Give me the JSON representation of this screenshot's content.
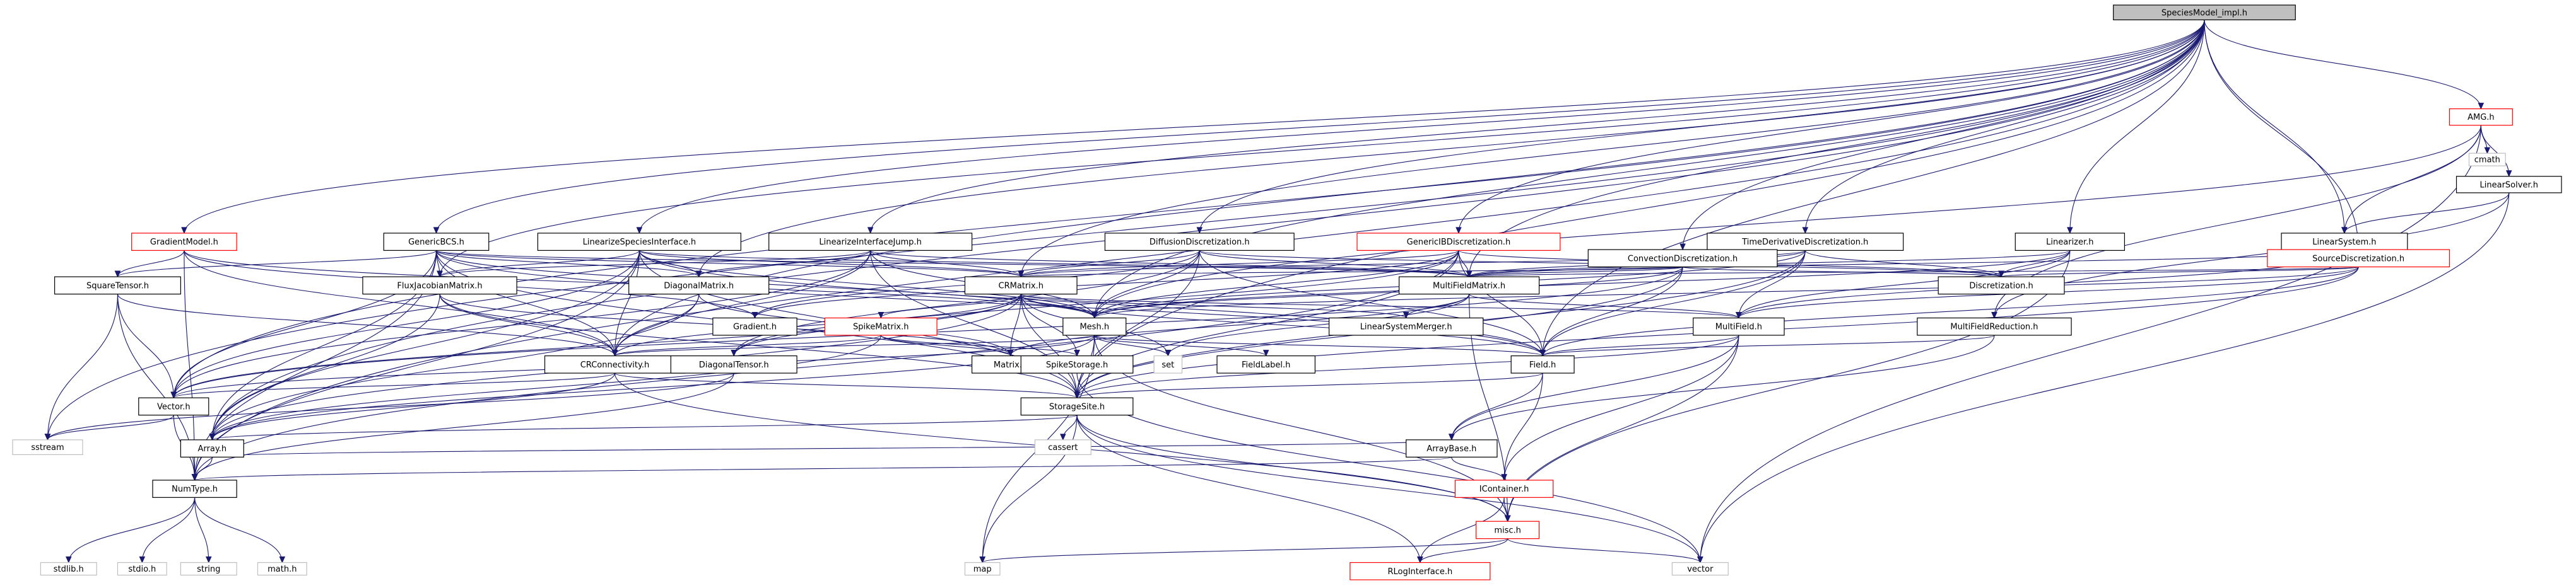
{
  "colors": {
    "edge": "#191970",
    "red_border": "#ff0000",
    "gray_border": "#bfbfbf",
    "root_fill": "#bfbfbf"
  },
  "nodes": [
    {
      "id": "root",
      "label": "SpeciesModel_impl.h",
      "style": "main"
    },
    {
      "id": "AMG",
      "label": "AMG.h",
      "style": "red"
    },
    {
      "id": "cmath",
      "label": "cmath",
      "style": "sys"
    },
    {
      "id": "LinearSolver",
      "label": "LinearSolver.h",
      "style": "plain"
    },
    {
      "id": "LinearSystem",
      "label": "LinearSystem.h",
      "style": "plain"
    },
    {
      "id": "SourceDisc",
      "label": "SourceDiscretization.h",
      "style": "red"
    },
    {
      "id": "Linearizer",
      "label": "Linearizer.h",
      "style": "plain"
    },
    {
      "id": "TimeDeriv",
      "label": "TimeDerivativeDiscretization.h",
      "style": "plain"
    },
    {
      "id": "ConvDisc",
      "label": "ConvectionDiscretization.h",
      "style": "plain"
    },
    {
      "id": "GenericIB",
      "label": "GenericIBDiscretization.h",
      "style": "red"
    },
    {
      "id": "DiffDisc",
      "label": "DiffusionDiscretization.h",
      "style": "plain"
    },
    {
      "id": "LinIfaceJump",
      "label": "LinearizeInterfaceJump.h",
      "style": "plain"
    },
    {
      "id": "LinSpecIface",
      "label": "LinearizeSpeciesInterface.h",
      "style": "plain"
    },
    {
      "id": "GenericBCS",
      "label": "GenericBCS.h",
      "style": "plain"
    },
    {
      "id": "GradientModel",
      "label": "GradientModel.h",
      "style": "red"
    },
    {
      "id": "SquareTensor",
      "label": "SquareTensor.h",
      "style": "plain"
    },
    {
      "id": "FluxJac",
      "label": "FluxJacobianMatrix.h",
      "style": "plain"
    },
    {
      "id": "DiagMatrix",
      "label": "DiagonalMatrix.h",
      "style": "plain"
    },
    {
      "id": "CRMatrix",
      "label": "CRMatrix.h",
      "style": "plain"
    },
    {
      "id": "MultiFieldMatrix",
      "label": "MultiFieldMatrix.h",
      "style": "plain"
    },
    {
      "id": "Discretization",
      "label": "Discretization.h",
      "style": "plain"
    },
    {
      "id": "Gradient",
      "label": "Gradient.h",
      "style": "plain"
    },
    {
      "id": "SpikeMatrix",
      "label": "SpikeMatrix.h",
      "style": "red"
    },
    {
      "id": "Mesh",
      "label": "Mesh.h",
      "style": "plain"
    },
    {
      "id": "LinearSystemMerger",
      "label": "LinearSystemMerger.h",
      "style": "plain"
    },
    {
      "id": "MultiField",
      "label": "MultiField.h",
      "style": "plain"
    },
    {
      "id": "MultiFieldReduction",
      "label": "MultiFieldReduction.h",
      "style": "plain"
    },
    {
      "id": "CRConn",
      "label": "CRConnectivity.h",
      "style": "plain"
    },
    {
      "id": "DiagTensor",
      "label": "DiagonalTensor.h",
      "style": "plain"
    },
    {
      "id": "Matrix",
      "label": "Matrix.h",
      "style": "plain"
    },
    {
      "id": "SpikeStorage",
      "label": "SpikeStorage.h",
      "style": "plain"
    },
    {
      "id": "set",
      "label": "set",
      "style": "sys"
    },
    {
      "id": "FieldLabel",
      "label": "FieldLabel.h",
      "style": "plain"
    },
    {
      "id": "Field",
      "label": "Field.h",
      "style": "plain"
    },
    {
      "id": "Vector",
      "label": "Vector.h",
      "style": "plain"
    },
    {
      "id": "StorageSite",
      "label": "StorageSite.h",
      "style": "plain"
    },
    {
      "id": "sstream",
      "label": "sstream",
      "style": "sys"
    },
    {
      "id": "Array",
      "label": "Array.h",
      "style": "plain"
    },
    {
      "id": "cassert",
      "label": "cassert",
      "style": "sys"
    },
    {
      "id": "ArrayBase",
      "label": "ArrayBase.h",
      "style": "plain"
    },
    {
      "id": "NumType",
      "label": "NumType.h",
      "style": "plain"
    },
    {
      "id": "IContainer",
      "label": "IContainer.h",
      "style": "red"
    },
    {
      "id": "misc",
      "label": "misc.h",
      "style": "red"
    },
    {
      "id": "stdlib",
      "label": "stdlib.h",
      "style": "sys"
    },
    {
      "id": "stdio",
      "label": "stdio.h",
      "style": "sys"
    },
    {
      "id": "string",
      "label": "string",
      "style": "sys"
    },
    {
      "id": "math",
      "label": "math.h",
      "style": "sys"
    },
    {
      "id": "map",
      "label": "map",
      "style": "sys"
    },
    {
      "id": "vector",
      "label": "vector",
      "style": "sys"
    },
    {
      "id": "RLog",
      "label": "RLogInterface.h",
      "style": "red"
    }
  ],
  "edges": [
    [
      "root",
      "AMG"
    ],
    [
      "root",
      "LinearSystem"
    ],
    [
      "root",
      "SourceDisc"
    ],
    [
      "root",
      "Linearizer"
    ],
    [
      "root",
      "TimeDeriv"
    ],
    [
      "root",
      "ConvDisc"
    ],
    [
      "root",
      "GenericIB"
    ],
    [
      "root",
      "DiffDisc"
    ],
    [
      "root",
      "LinIfaceJump"
    ],
    [
      "root",
      "LinSpecIface"
    ],
    [
      "root",
      "GenericBCS"
    ],
    [
      "root",
      "GradientModel"
    ],
    [
      "root",
      "CRMatrix"
    ],
    [
      "root",
      "DiagMatrix"
    ],
    [
      "root",
      "FluxJac"
    ],
    [
      "root",
      "MultiFieldMatrix"
    ],
    [
      "root",
      "Mesh"
    ],
    [
      "root",
      "Field"
    ],
    [
      "root",
      "StorageSite"
    ],
    [
      "root",
      "Vector"
    ],
    [
      "root",
      "Array"
    ],
    [
      "root",
      "NumType"
    ],
    [
      "root",
      "sstream"
    ],
    [
      "root",
      "CRConn"
    ],
    [
      "AMG",
      "cmath"
    ],
    [
      "AMG",
      "LinearSolver"
    ],
    [
      "AMG",
      "LinearSystem"
    ],
    [
      "AMG",
      "MultiFieldReduction"
    ],
    [
      "AMG",
      "vector"
    ],
    [
      "AMG",
      "Mesh"
    ],
    [
      "LinearSolver",
      "LinearSystem"
    ],
    [
      "LinearSolver",
      "MultiFieldReduction"
    ],
    [
      "LinearSolver",
      "vector"
    ],
    [
      "LinearSystem",
      "MultiFieldMatrix"
    ],
    [
      "LinearSystem",
      "MultiField"
    ],
    [
      "SourceDisc",
      "Discretization"
    ],
    [
      "SourceDisc",
      "MultiField"
    ],
    [
      "SourceDisc",
      "MultiFieldMatrix"
    ],
    [
      "SourceDisc",
      "Field"
    ],
    [
      "SourceDisc",
      "StorageSite"
    ],
    [
      "SourceDisc",
      "Mesh"
    ],
    [
      "Linearizer",
      "Discretization"
    ],
    [
      "Linearizer",
      "MultiField"
    ],
    [
      "Linearizer",
      "MultiFieldMatrix"
    ],
    [
      "Linearizer",
      "Mesh"
    ],
    [
      "Linearizer",
      "misc"
    ],
    [
      "TimeDeriv",
      "Discretization"
    ],
    [
      "TimeDeriv",
      "CRMatrix"
    ],
    [
      "TimeDeriv",
      "MultiFieldMatrix"
    ],
    [
      "TimeDeriv",
      "Mesh"
    ],
    [
      "TimeDeriv",
      "Field"
    ],
    [
      "TimeDeriv",
      "MultiField"
    ],
    [
      "TimeDeriv",
      "StorageSite"
    ],
    [
      "ConvDisc",
      "Discretization"
    ],
    [
      "ConvDisc",
      "CRMatrix"
    ],
    [
      "ConvDisc",
      "MultiFieldMatrix"
    ],
    [
      "ConvDisc",
      "Mesh"
    ],
    [
      "ConvDisc",
      "Field"
    ],
    [
      "ConvDisc",
      "StorageSite"
    ],
    [
      "ConvDisc",
      "Vector"
    ],
    [
      "GenericIB",
      "Discretization"
    ],
    [
      "GenericIB",
      "CRMatrix"
    ],
    [
      "GenericIB",
      "MultiFieldMatrix"
    ],
    [
      "GenericIB",
      "Mesh"
    ],
    [
      "GenericIB",
      "Field"
    ],
    [
      "GenericIB",
      "NumType"
    ],
    [
      "GenericIB",
      "Gradient"
    ],
    [
      "GenericIB",
      "DiagTensor"
    ],
    [
      "GenericIB",
      "StorageSite"
    ],
    [
      "DiffDisc",
      "Discretization"
    ],
    [
      "DiffDisc",
      "CRMatrix"
    ],
    [
      "DiffDisc",
      "MultiFieldMatrix"
    ],
    [
      "DiffDisc",
      "Mesh"
    ],
    [
      "DiffDisc",
      "Field"
    ],
    [
      "DiffDisc",
      "DiagTensor"
    ],
    [
      "DiffDisc",
      "Gradient"
    ],
    [
      "DiffDisc",
      "StorageSite"
    ],
    [
      "LinIfaceJump",
      "CRMatrix"
    ],
    [
      "LinIfaceJump",
      "FluxJac"
    ],
    [
      "LinIfaceJump",
      "DiagMatrix"
    ],
    [
      "LinIfaceJump",
      "MultiFieldMatrix"
    ],
    [
      "LinIfaceJump",
      "Mesh"
    ],
    [
      "LinIfaceJump",
      "StorageSite"
    ],
    [
      "LinIfaceJump",
      "Vector"
    ],
    [
      "LinIfaceJump",
      "CRConn"
    ],
    [
      "LinSpecIface",
      "CRMatrix"
    ],
    [
      "LinSpecIface",
      "FluxJac"
    ],
    [
      "LinSpecIface",
      "DiagMatrix"
    ],
    [
      "LinSpecIface",
      "MultiFieldMatrix"
    ],
    [
      "LinSpecIface",
      "Mesh"
    ],
    [
      "LinSpecIface",
      "Field"
    ],
    [
      "LinSpecIface",
      "StorageSite"
    ],
    [
      "LinSpecIface",
      "NumType"
    ],
    [
      "LinSpecIface",
      "Vector"
    ],
    [
      "LinSpecIface",
      "Array"
    ],
    [
      "LinSpecIface",
      "CRConn"
    ],
    [
      "GenericBCS",
      "CRMatrix"
    ],
    [
      "GenericBCS",
      "FluxJac"
    ],
    [
      "GenericBCS",
      "DiagMatrix"
    ],
    [
      "GenericBCS",
      "Mesh"
    ],
    [
      "GenericBCS",
      "Field"
    ],
    [
      "GenericBCS",
      "StorageSite"
    ],
    [
      "GenericBCS",
      "Vector"
    ],
    [
      "GenericBCS",
      "Array"
    ],
    [
      "GenericBCS",
      "NumType"
    ],
    [
      "GenericBCS",
      "SquareTensor"
    ],
    [
      "GenericBCS",
      "CRConn"
    ],
    [
      "GenericBCS",
      "MultiFieldMatrix"
    ],
    [
      "GradientModel",
      "SquareTensor"
    ],
    [
      "GradientModel",
      "NumType"
    ],
    [
      "GradientModel",
      "Gradient"
    ],
    [
      "GradientModel",
      "Mesh"
    ],
    [
      "GradientModel",
      "CRConn"
    ],
    [
      "SquareTensor",
      "NumType"
    ],
    [
      "SquareTensor",
      "Vector"
    ],
    [
      "SquareTensor",
      "sstream"
    ],
    [
      "SquareTensor",
      "CRConn"
    ],
    [
      "FluxJac",
      "CRConn"
    ],
    [
      "FluxJac",
      "Array"
    ],
    [
      "FluxJac",
      "StorageSite"
    ],
    [
      "FluxJac",
      "Matrix"
    ],
    [
      "DiagMatrix",
      "Array"
    ],
    [
      "DiagMatrix",
      "CRConn"
    ],
    [
      "DiagMatrix",
      "Matrix"
    ],
    [
      "CRMatrix",
      "Matrix"
    ],
    [
      "CRMatrix",
      "CRConn"
    ],
    [
      "CRMatrix",
      "Array"
    ],
    [
      "CRMatrix",
      "StorageSite"
    ],
    [
      "CRMatrix",
      "Vector"
    ],
    [
      "CRMatrix",
      "SpikeMatrix"
    ],
    [
      "CRMatrix",
      "SpikeStorage"
    ],
    [
      "CRMatrix",
      "set"
    ],
    [
      "CRMatrix",
      "Mesh"
    ],
    [
      "CRMatrix",
      "Field"
    ],
    [
      "CRMatrix",
      "DiagTensor"
    ],
    [
      "CRMatrix",
      "MultiField"
    ],
    [
      "CRMatrix",
      "LinearSystemMerger"
    ],
    [
      "MultiFieldMatrix",
      "Matrix"
    ],
    [
      "MultiFieldMatrix",
      "set"
    ],
    [
      "MultiFieldMatrix",
      "MultiField"
    ],
    [
      "MultiFieldMatrix",
      "LinearSystemMerger"
    ],
    [
      "MultiFieldMatrix",
      "misc"
    ],
    [
      "SpikeMatrix",
      "Matrix"
    ],
    [
      "SpikeMatrix",
      "SpikeStorage"
    ],
    [
      "SpikeMatrix",
      "CRConn"
    ],
    [
      "SpikeMatrix",
      "Array"
    ],
    [
      "Mesh",
      "FieldLabel"
    ],
    [
      "Mesh",
      "StorageSite"
    ],
    [
      "Mesh",
      "Field"
    ],
    [
      "Mesh",
      "set"
    ],
    [
      "Mesh",
      "map"
    ],
    [
      "Mesh",
      "Array"
    ],
    [
      "Mesh",
      "Vector"
    ],
    [
      "Mesh",
      "CRConn"
    ],
    [
      "Mesh",
      "misc"
    ],
    [
      "MultiField",
      "Field"
    ],
    [
      "MultiField",
      "ArrayBase"
    ],
    [
      "MultiField",
      "StorageSite"
    ],
    [
      "MultiField",
      "IContainer"
    ],
    [
      "MultiField",
      "misc"
    ],
    [
      "MultiFieldReduction",
      "ArrayBase"
    ],
    [
      "MultiFieldReduction",
      "Field"
    ],
    [
      "CRConn",
      "StorageSite"
    ],
    [
      "CRConn",
      "Array"
    ],
    [
      "CRConn",
      "Vector"
    ],
    [
      "CRConn",
      "misc"
    ],
    [
      "DiagTensor",
      "NumType"
    ],
    [
      "DiagTensor",
      "sstream"
    ],
    [
      "SpikeStorage",
      "vector"
    ],
    [
      "Field",
      "StorageSite"
    ],
    [
      "Field",
      "ArrayBase"
    ],
    [
      "Field",
      "IContainer"
    ],
    [
      "Vector",
      "NumType"
    ],
    [
      "Vector",
      "sstream"
    ],
    [
      "StorageSite",
      "Array"
    ],
    [
      "StorageSite",
      "cassert"
    ],
    [
      "StorageSite",
      "map"
    ],
    [
      "StorageSite",
      "vector"
    ],
    [
      "StorageSite",
      "RLog"
    ],
    [
      "StorageSite",
      "misc"
    ],
    [
      "Array",
      "ArrayBase"
    ],
    [
      "Array",
      "NumType"
    ],
    [
      "ArrayBase",
      "NumType"
    ],
    [
      "ArrayBase",
      "IContainer"
    ],
    [
      "IContainer",
      "misc"
    ],
    [
      "IContainer",
      "RLog"
    ],
    [
      "misc",
      "map"
    ],
    [
      "misc",
      "vector"
    ],
    [
      "misc",
      "RLog"
    ],
    [
      "NumType",
      "stdlib"
    ],
    [
      "NumType",
      "stdio"
    ],
    [
      "NumType",
      "string"
    ],
    [
      "NumType",
      "math"
    ]
  ]
}
